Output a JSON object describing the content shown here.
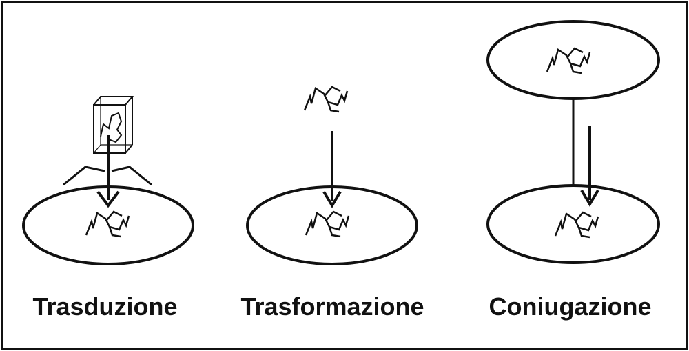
{
  "panels": [
    {
      "label": "Trasduzione"
    },
    {
      "label": "Trasformazione"
    },
    {
      "label": "Coniugazione"
    }
  ],
  "colors": {
    "stroke": "#111111",
    "background": "#ffffff"
  }
}
